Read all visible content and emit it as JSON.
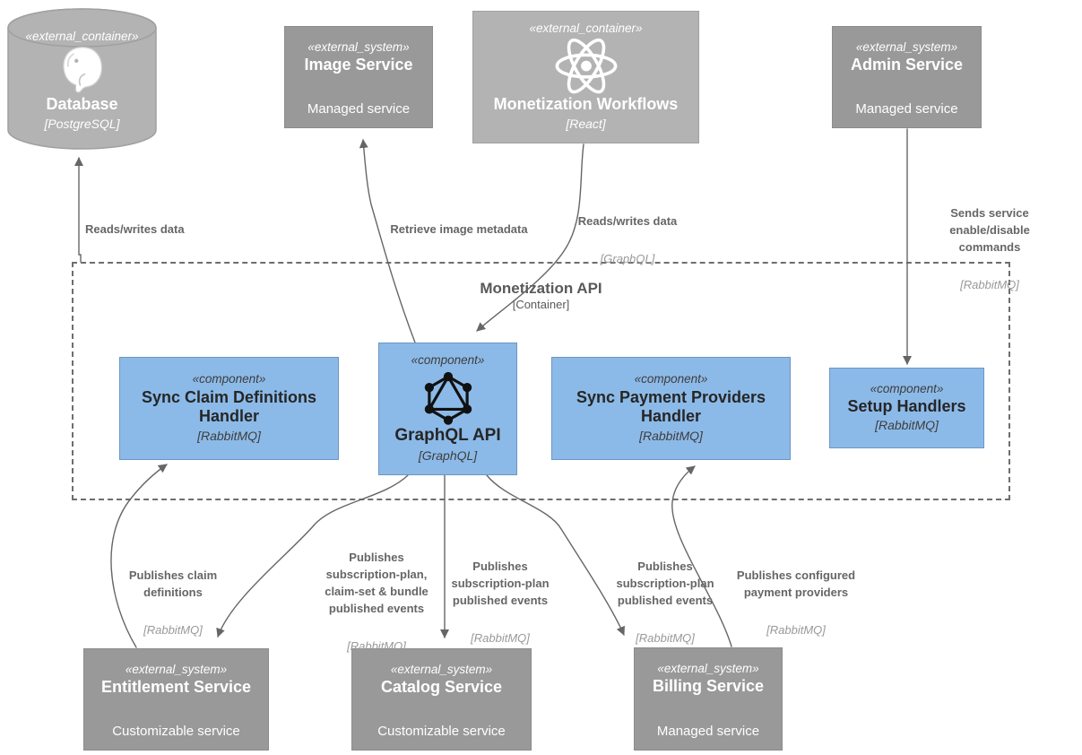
{
  "diagram": {
    "boundary": {
      "name": "Monetization API",
      "type": "[Container]"
    },
    "nodes": {
      "database": {
        "stereotype": "«external_container»",
        "name": "Database",
        "tech": "[PostgreSQL]",
        "icon": "postgresql-icon"
      },
      "image_service": {
        "stereotype": "«external_system»",
        "name": "Image Service",
        "desc": "Managed service"
      },
      "monetization_workflows": {
        "stereotype": "«external_container»",
        "name": "Monetization Workflows",
        "tech": "[React]",
        "icon": "react-icon"
      },
      "admin_service": {
        "stereotype": "«external_system»",
        "name": "Admin Service",
        "desc": "Managed service"
      },
      "sync_claim": {
        "stereotype": "«component»",
        "name": "Sync Claim Definitions Handler",
        "tech": "[RabbitMQ]"
      },
      "graphql_api": {
        "stereotype": "«component»",
        "name": "GraphQL API",
        "tech": "[GraphQL]",
        "icon": "graphql-icon"
      },
      "sync_payment": {
        "stereotype": "«component»",
        "name": "Sync Payment Providers Handler",
        "tech": "[RabbitMQ]"
      },
      "setup_handlers": {
        "stereotype": "«component»",
        "name": "Setup Handlers",
        "tech": "[RabbitMQ]"
      },
      "entitlement": {
        "stereotype": "«external_system»",
        "name": "Entitlement Service",
        "desc": "Customizable service"
      },
      "catalog": {
        "stereotype": "«external_system»",
        "name": "Catalog Service",
        "desc": "Customizable service"
      },
      "billing": {
        "stereotype": "«external_system»",
        "name": "Billing Service",
        "desc": "Managed service"
      }
    },
    "edges": {
      "reads_writes_db": {
        "label": "Reads/writes data"
      },
      "retrieve_image": {
        "label": "Retrieve image metadata"
      },
      "reads_writes_graphql": {
        "label": "Reads/writes data",
        "tech": "[GraphQL]"
      },
      "sends_service": {
        "label": "Sends service\nenable/disable commands",
        "tech": "[RabbitMQ]"
      },
      "publishes_claim": {
        "label": "Publishes claim\ndefinitions",
        "tech": "[RabbitMQ]"
      },
      "publishes_bundle": {
        "label": "Publishes\nsubscription-plan,\nclaim-set & bundle\npublished events",
        "tech": "[RabbitMQ]"
      },
      "publishes_catalog": {
        "label": "Publishes\nsubscription-plan\npublished events",
        "tech": "[RabbitMQ]"
      },
      "publishes_billing": {
        "label": "Publishes\nsubscription-plan\npublished events",
        "tech": "[RabbitMQ]"
      },
      "publishes_payment": {
        "label": "Publishes configured\npayment providers",
        "tech": "[RabbitMQ]"
      }
    },
    "colors": {
      "external_system_fill": "#999999",
      "external_container_fill": "#b3b3b3",
      "component_fill": "#8cbae8",
      "component_border": "#6b96c4",
      "edge_line": "#666666",
      "edge_label": "#666666",
      "edge_tech_label": "#999999",
      "boundary_text": "#595959",
      "node_text_light": "#ffffff",
      "node_text_dark": "#262626"
    }
  }
}
